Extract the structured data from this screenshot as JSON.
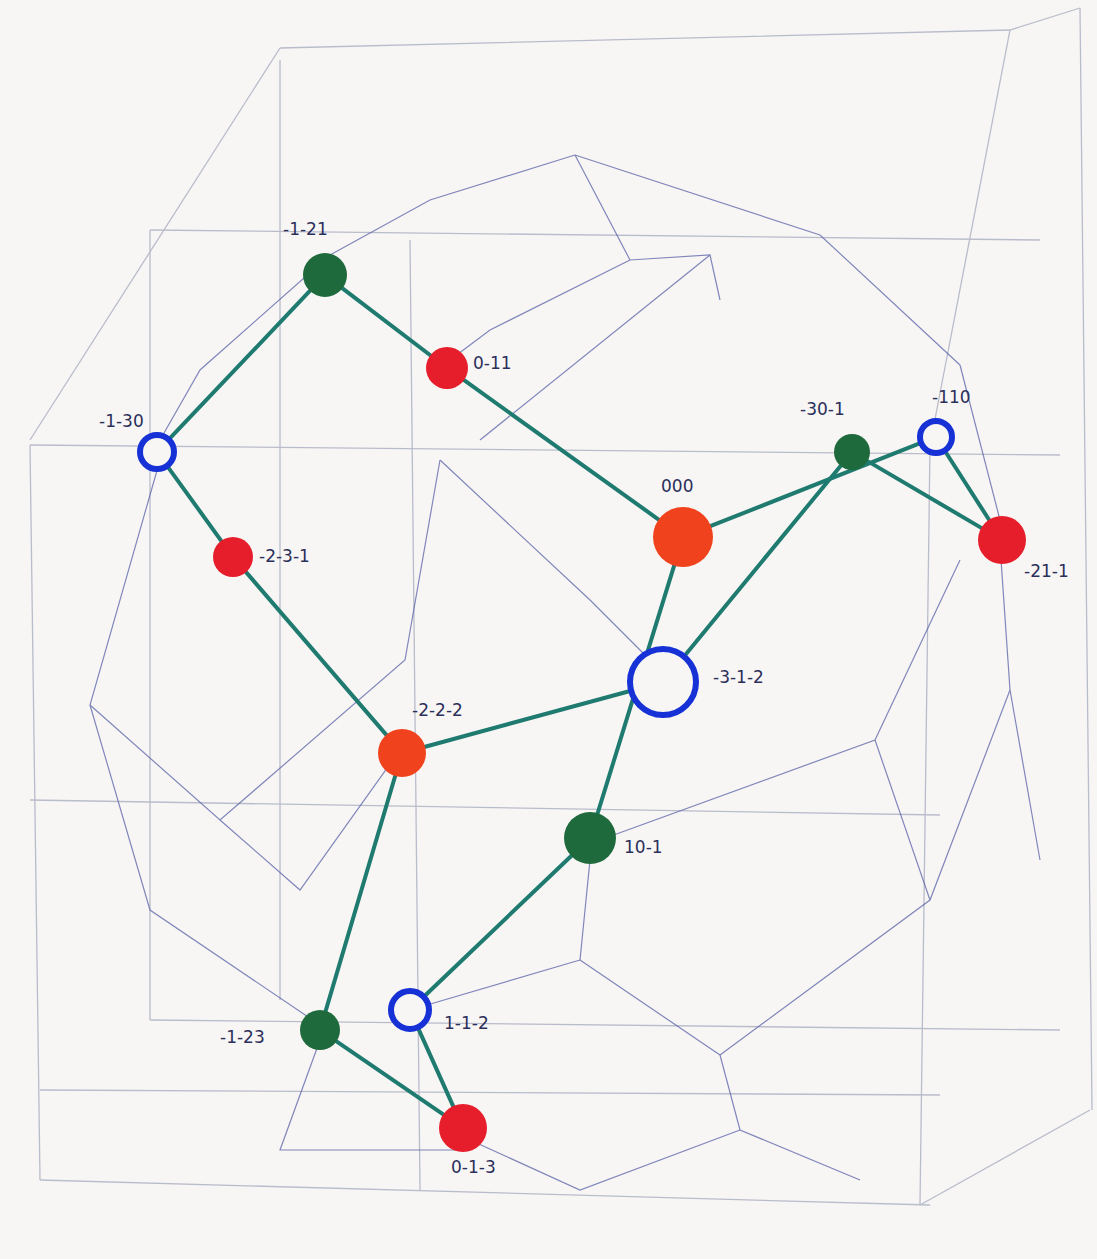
{
  "diagram": {
    "nodes": [
      {
        "text": [
          "-1-21"
        ]
      },
      {
        "text": [
          "0-11"
        ]
      },
      {
        "text": [
          "-1-30"
        ]
      },
      {
        "text": [
          "-30-1"
        ]
      },
      {
        "text": [
          "-110"
        ]
      },
      {
        "text": [
          "000"
        ]
      },
      {
        "text": [
          "-2-3-1"
        ]
      },
      {
        "text": [
          "-21-1"
        ]
      },
      {
        "text": [
          "-3-1-2"
        ]
      },
      {
        "text": [
          "-2-2-2"
        ]
      },
      {
        "text": [
          "10-1"
        ]
      },
      {
        "text": [
          "1-1-2"
        ]
      },
      {
        "text": [
          "-1-23"
        ]
      },
      {
        "text": [
          "0-1-3"
        ]
      }
    ],
    "edges": [
      {
        "from": 0,
        "to": 1,
        "arrow": "none"
      },
      {
        "from": 0,
        "to": 2,
        "arrow": "none"
      },
      {
        "from": 1,
        "to": 5,
        "arrow": "none"
      },
      {
        "from": 2,
        "to": 6,
        "arrow": "none"
      },
      {
        "from": 6,
        "to": 9,
        "arrow": "none"
      },
      {
        "from": 9,
        "to": 8,
        "arrow": "none"
      },
      {
        "from": 9,
        "to": 12,
        "arrow": "none"
      },
      {
        "from": 5,
        "to": 4,
        "arrow": "none"
      },
      {
        "from": 5,
        "to": 10,
        "arrow": "none"
      },
      {
        "from": 8,
        "to": 3,
        "arrow": "none"
      },
      {
        "from": 3,
        "to": 7,
        "arrow": "none"
      },
      {
        "from": 4,
        "to": 7,
        "arrow": "none"
      },
      {
        "from": 10,
        "to": 11,
        "arrow": "none"
      },
      {
        "from": 11,
        "to": 13,
        "arrow": "none"
      },
      {
        "from": 12,
        "to": 13,
        "arrow": "none"
      }
    ]
  }
}
